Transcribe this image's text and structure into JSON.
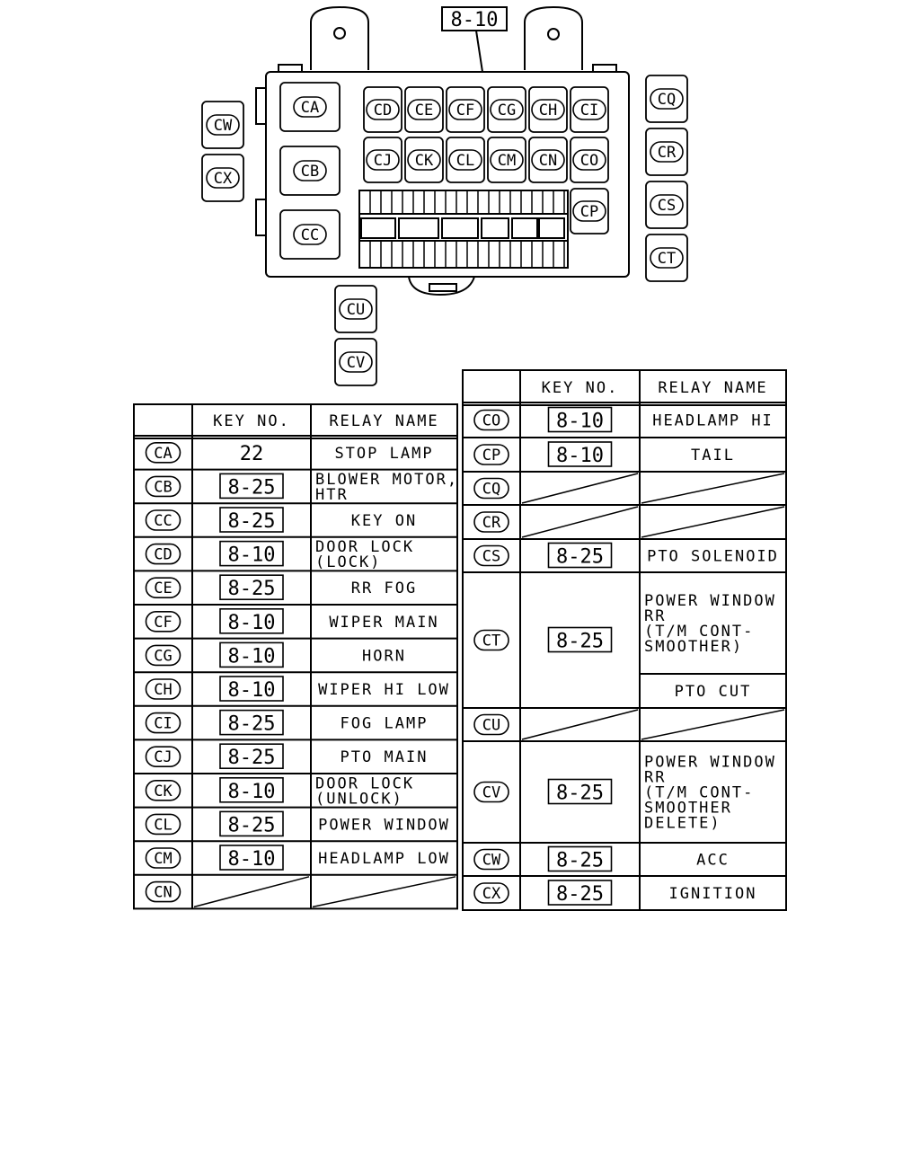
{
  "diagram": {
    "callout": "8-10",
    "relays": [
      "CA",
      "CB",
      "CC",
      "CD",
      "CE",
      "CF",
      "CG",
      "CH",
      "CI",
      "CJ",
      "CK",
      "CL",
      "CM",
      "CN",
      "CO",
      "CP",
      "CQ",
      "CR",
      "CS",
      "CT",
      "CU",
      "CV",
      "CW",
      "CX"
    ]
  },
  "tables": {
    "headers": {
      "key": "KEY NO.",
      "relay": "RELAY NAME"
    },
    "left": [
      {
        "id": "CA",
        "key": "22",
        "key_boxed": false,
        "name": [
          "STOP LAMP"
        ]
      },
      {
        "id": "CB",
        "key": "8-25",
        "key_boxed": true,
        "name": [
          "BLOWER MOTOR,",
          "HTR"
        ]
      },
      {
        "id": "CC",
        "key": "8-25",
        "key_boxed": true,
        "name": [
          "KEY ON"
        ]
      },
      {
        "id": "CD",
        "key": "8-10",
        "key_boxed": true,
        "name": [
          "DOOR LOCK",
          "(LOCK)"
        ]
      },
      {
        "id": "CE",
        "key": "8-25",
        "key_boxed": true,
        "name": [
          "RR FOG"
        ]
      },
      {
        "id": "CF",
        "key": "8-10",
        "key_boxed": true,
        "name": [
          "WIPER MAIN"
        ]
      },
      {
        "id": "CG",
        "key": "8-10",
        "key_boxed": true,
        "name": [
          "HORN"
        ]
      },
      {
        "id": "CH",
        "key": "8-10",
        "key_boxed": true,
        "name": [
          "WIPER HI LOW"
        ]
      },
      {
        "id": "CI",
        "key": "8-25",
        "key_boxed": true,
        "name": [
          "FOG LAMP"
        ]
      },
      {
        "id": "CJ",
        "key": "8-25",
        "key_boxed": true,
        "name": [
          "PTO MAIN"
        ]
      },
      {
        "id": "CK",
        "key": "8-10",
        "key_boxed": true,
        "name": [
          "DOOR LOCK",
          "(UNLOCK)"
        ]
      },
      {
        "id": "CL",
        "key": "8-25",
        "key_boxed": true,
        "name": [
          "POWER WINDOW"
        ]
      },
      {
        "id": "CM",
        "key": "8-10",
        "key_boxed": true,
        "name": [
          "HEADLAMP LOW"
        ]
      },
      {
        "id": "CN",
        "key": "",
        "key_boxed": false,
        "name": []
      }
    ],
    "right": [
      {
        "id": "CO",
        "key": "8-10",
        "key_boxed": true,
        "name": [
          "HEADLAMP HI"
        ]
      },
      {
        "id": "CP",
        "key": "8-10",
        "key_boxed": true,
        "name": [
          "TAIL"
        ]
      },
      {
        "id": "CQ",
        "key": "",
        "key_boxed": false,
        "name": []
      },
      {
        "id": "CR",
        "key": "",
        "key_boxed": false,
        "name": []
      },
      {
        "id": "CS",
        "key": "8-25",
        "key_boxed": true,
        "name": [
          "PTO SOLENOID"
        ]
      },
      {
        "id": "CT",
        "key": "8-25",
        "key_boxed": true,
        "name": [
          "POWER WINDOW",
          "RR",
          "(T/M CONT-",
          "SMOOTHER)"
        ],
        "name2": [
          "PTO CUT"
        ]
      },
      {
        "id": "CU",
        "key": "",
        "key_boxed": false,
        "name": []
      },
      {
        "id": "CV",
        "key": "8-25",
        "key_boxed": true,
        "name": [
          "POWER WINDOW",
          "RR",
          "(T/M CONT-",
          "SMOOTHER",
          "DELETE)"
        ]
      },
      {
        "id": "CW",
        "key": "8-25",
        "key_boxed": true,
        "name": [
          "ACC"
        ]
      },
      {
        "id": "CX",
        "key": "8-25",
        "key_boxed": true,
        "name": [
          "IGNITION"
        ]
      }
    ]
  }
}
